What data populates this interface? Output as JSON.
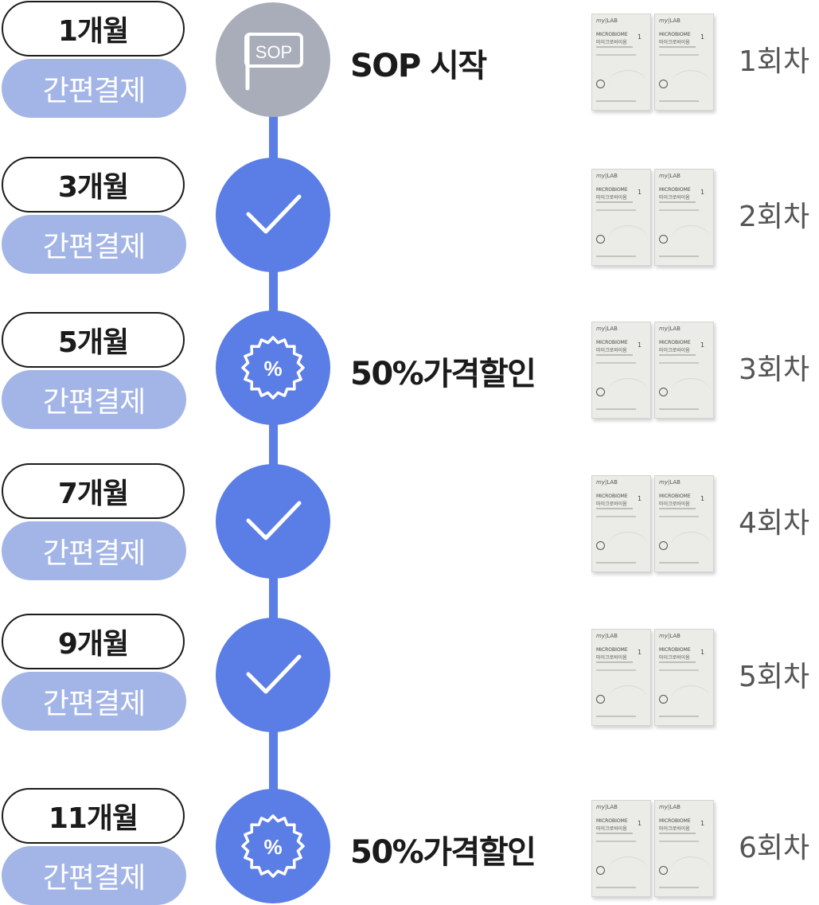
{
  "colors": {
    "accent": "#5b7de6",
    "pay_pill": "#a3b5e6",
    "start_circle": "#a8adb9",
    "text_dark": "#1b1b1b",
    "text_grey": "#555555"
  },
  "start_badge": "SOP",
  "payment_label": "간편결제",
  "discount_badge": "%",
  "product": {
    "brand_my": "my",
    "brand_lab": "LAB",
    "name_en": "MICROBIOME",
    "name_ko": "마이크로바이옴",
    "number": "1"
  },
  "steps": [
    {
      "month": "1개월",
      "icon": "flag-icon",
      "event": "SOP 시작",
      "round": "1회차"
    },
    {
      "month": "3개월",
      "icon": "check-icon",
      "event": "",
      "round": "2회차"
    },
    {
      "month": "5개월",
      "icon": "discount-badge-icon",
      "event": "50%가격할인",
      "round": "3회차"
    },
    {
      "month": "7개월",
      "icon": "check-icon",
      "event": "",
      "round": "4회차"
    },
    {
      "month": "9개월",
      "icon": "check-icon",
      "event": "",
      "round": "5회차"
    },
    {
      "month": "11개월",
      "icon": "discount-badge-icon",
      "event": "50%가격할인",
      "round": "6회차"
    }
  ]
}
